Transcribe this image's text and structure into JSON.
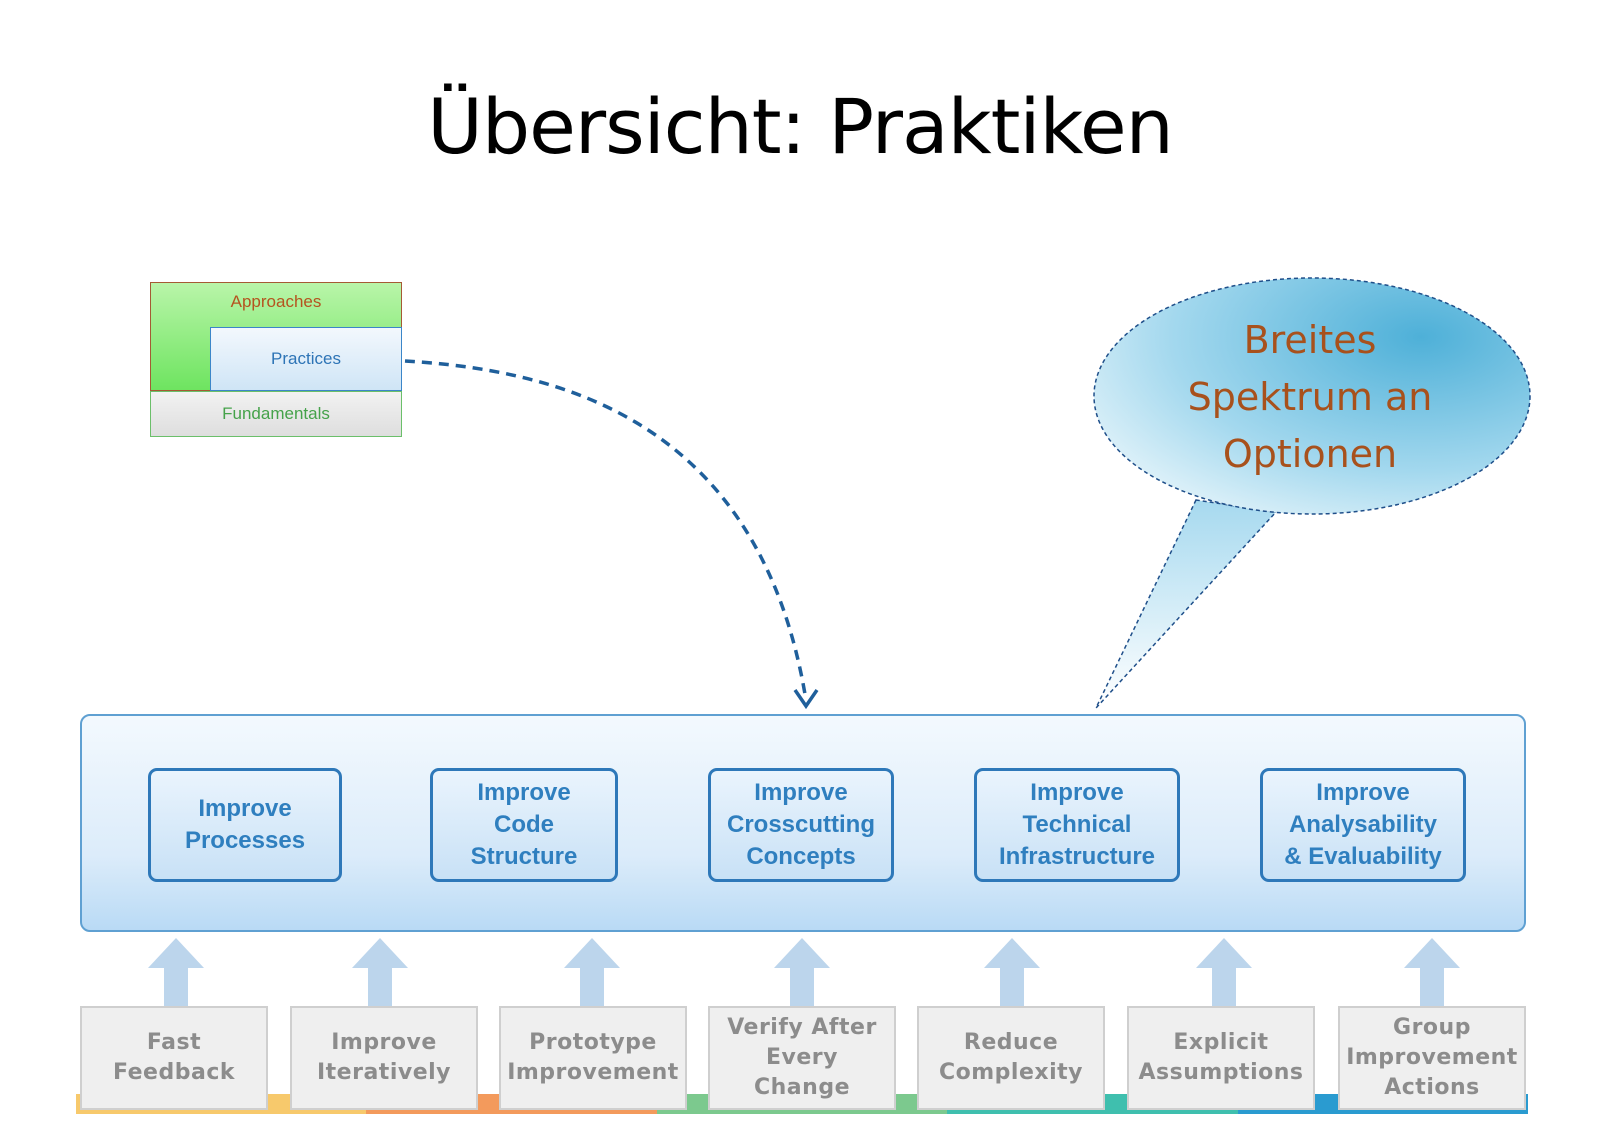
{
  "title": "Übersicht: Praktiken",
  "legend": {
    "approaches": "Approaches",
    "practices": "Practices",
    "fundamentals": "Fundamentals"
  },
  "callout": {
    "lines": [
      "Breites",
      "Spektrum an",
      "Optionen"
    ]
  },
  "practices": [
    {
      "lines": [
        "Improve",
        "Processes"
      ]
    },
    {
      "lines": [
        "Improve",
        "Code",
        "Structure"
      ]
    },
    {
      "lines": [
        "Improve",
        "Crosscutting",
        "Concepts"
      ]
    },
    {
      "lines": [
        "Improve",
        "Technical",
        "Infrastructure"
      ]
    },
    {
      "lines": [
        "Improve",
        "Analysability",
        "& Evaluability"
      ]
    }
  ],
  "fundamentals": [
    {
      "lines": [
        "Fast",
        "Feedback"
      ]
    },
    {
      "lines": [
        "Improve",
        "Iteratively"
      ]
    },
    {
      "lines": [
        "Prototype",
        "Improvement"
      ]
    },
    {
      "lines": [
        "Verify After",
        "Every",
        "Change"
      ]
    },
    {
      "lines": [
        "Reduce",
        "Complexity"
      ]
    },
    {
      "lines": [
        "Explicit",
        "Assumptions"
      ]
    },
    {
      "lines": [
        "Group",
        "Improvement",
        "Actions"
      ]
    }
  ],
  "colors": {
    "approaches_fill": "#6ee460",
    "approaches_text": "#b5531f",
    "practices_border": "#2e78b9",
    "practices_text": "#2f7fbf",
    "fundamentals_text": "#45a24a",
    "callout_text": "#a8511c",
    "stripe": [
      "#f7c96c",
      "#f39a5c",
      "#7cc98e",
      "#3fbfae",
      "#2a9bd0"
    ]
  }
}
